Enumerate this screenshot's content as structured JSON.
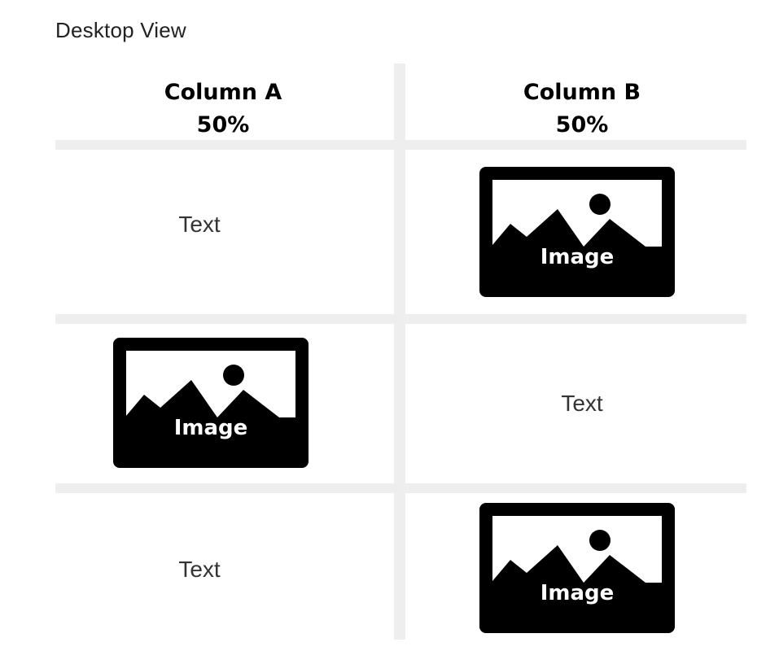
{
  "page": {
    "title": "Desktop View"
  },
  "columns": [
    {
      "name": "Column A",
      "width": "50%"
    },
    {
      "name": "Column B",
      "width": "50%"
    }
  ],
  "rows": [
    {
      "column_a": "Text",
      "column_b": "Image"
    },
    {
      "column_a": "Image",
      "column_b": "Text"
    },
    {
      "column_a": "Text",
      "column_b": "Image"
    }
  ],
  "icons": {
    "image_placeholder": "image-icon"
  },
  "colors": {
    "grid_lines": "#eeeeee",
    "image_fill": "#000000",
    "image_text": "#ffffff"
  }
}
